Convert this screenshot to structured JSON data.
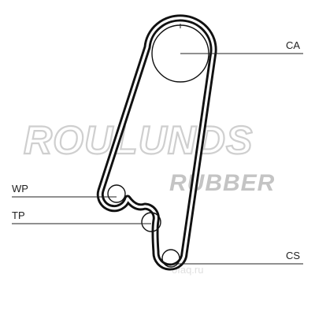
{
  "labels": {
    "camshaft": "CA",
    "water_pump": "WP",
    "tensioner": "TP",
    "crankshaft": "CS"
  },
  "watermark": {
    "brand": "ROULUNDS",
    "sub": "RUBBER",
    "site": "ofaq.ru"
  },
  "colors": {
    "belt": "#111111",
    "text": "#222222",
    "watermark": "#c4c4c4"
  }
}
